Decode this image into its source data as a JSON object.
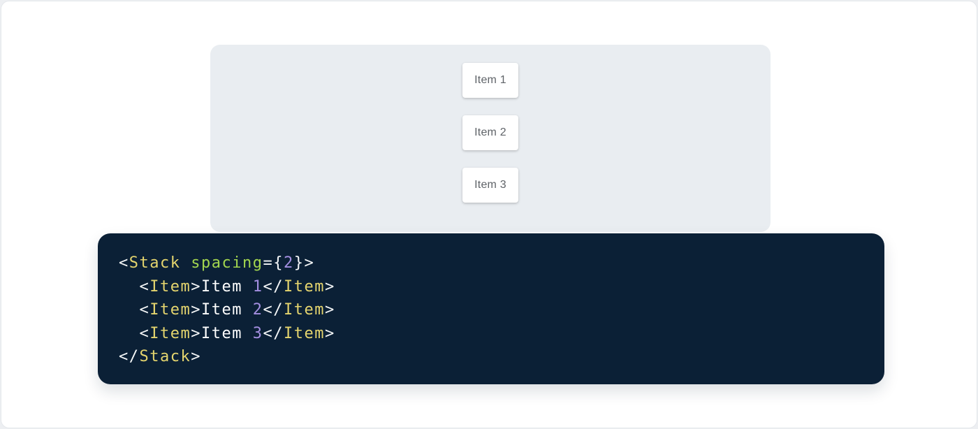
{
  "colors": {
    "page_bg": "#edeff2",
    "card_bg": "#ffffff",
    "card_border": "#e5e8ec",
    "panel_bg": "#e9edf1",
    "item_text": "#5f6368",
    "code_bg": "#0b2036",
    "token_plain": "#ffffff",
    "token_punctuation": "#f5f7f8",
    "token_tag": "#e5d56e",
    "token_attr_name": "#a3d64f",
    "token_number": "#a48fe1"
  },
  "demo": {
    "items": [
      {
        "label": "Item 1"
      },
      {
        "label": "Item 2"
      },
      {
        "label": "Item 3"
      }
    ]
  },
  "code": {
    "language": "jsx",
    "plain_text": "<Stack spacing={2}>\n  <Item>Item 1</Item>\n  <Item>Item 2</Item>\n  <Item>Item 3</Item>\n</Stack>",
    "lines": [
      [
        [
          "punc",
          "<"
        ],
        [
          "tag",
          "Stack"
        ],
        [
          "text",
          " "
        ],
        [
          "attr",
          "spacing"
        ],
        [
          "punc",
          "={"
        ],
        [
          "num",
          "2"
        ],
        [
          "punc",
          "}>"
        ]
      ],
      [
        [
          "punc",
          "  <"
        ],
        [
          "tag",
          "Item"
        ],
        [
          "punc",
          ">"
        ],
        [
          "text",
          "Item "
        ],
        [
          "num",
          "1"
        ],
        [
          "punc",
          "</"
        ],
        [
          "tag",
          "Item"
        ],
        [
          "punc",
          ">"
        ]
      ],
      [
        [
          "punc",
          "  <"
        ],
        [
          "tag",
          "Item"
        ],
        [
          "punc",
          ">"
        ],
        [
          "text",
          "Item "
        ],
        [
          "num",
          "2"
        ],
        [
          "punc",
          "</"
        ],
        [
          "tag",
          "Item"
        ],
        [
          "punc",
          ">"
        ]
      ],
      [
        [
          "punc",
          "  <"
        ],
        [
          "tag",
          "Item"
        ],
        [
          "punc",
          ">"
        ],
        [
          "text",
          "Item "
        ],
        [
          "num",
          "3"
        ],
        [
          "punc",
          "</"
        ],
        [
          "tag",
          "Item"
        ],
        [
          "punc",
          ">"
        ]
      ],
      [
        [
          "punc",
          "</"
        ],
        [
          "tag",
          "Stack"
        ],
        [
          "punc",
          ">"
        ]
      ]
    ]
  }
}
